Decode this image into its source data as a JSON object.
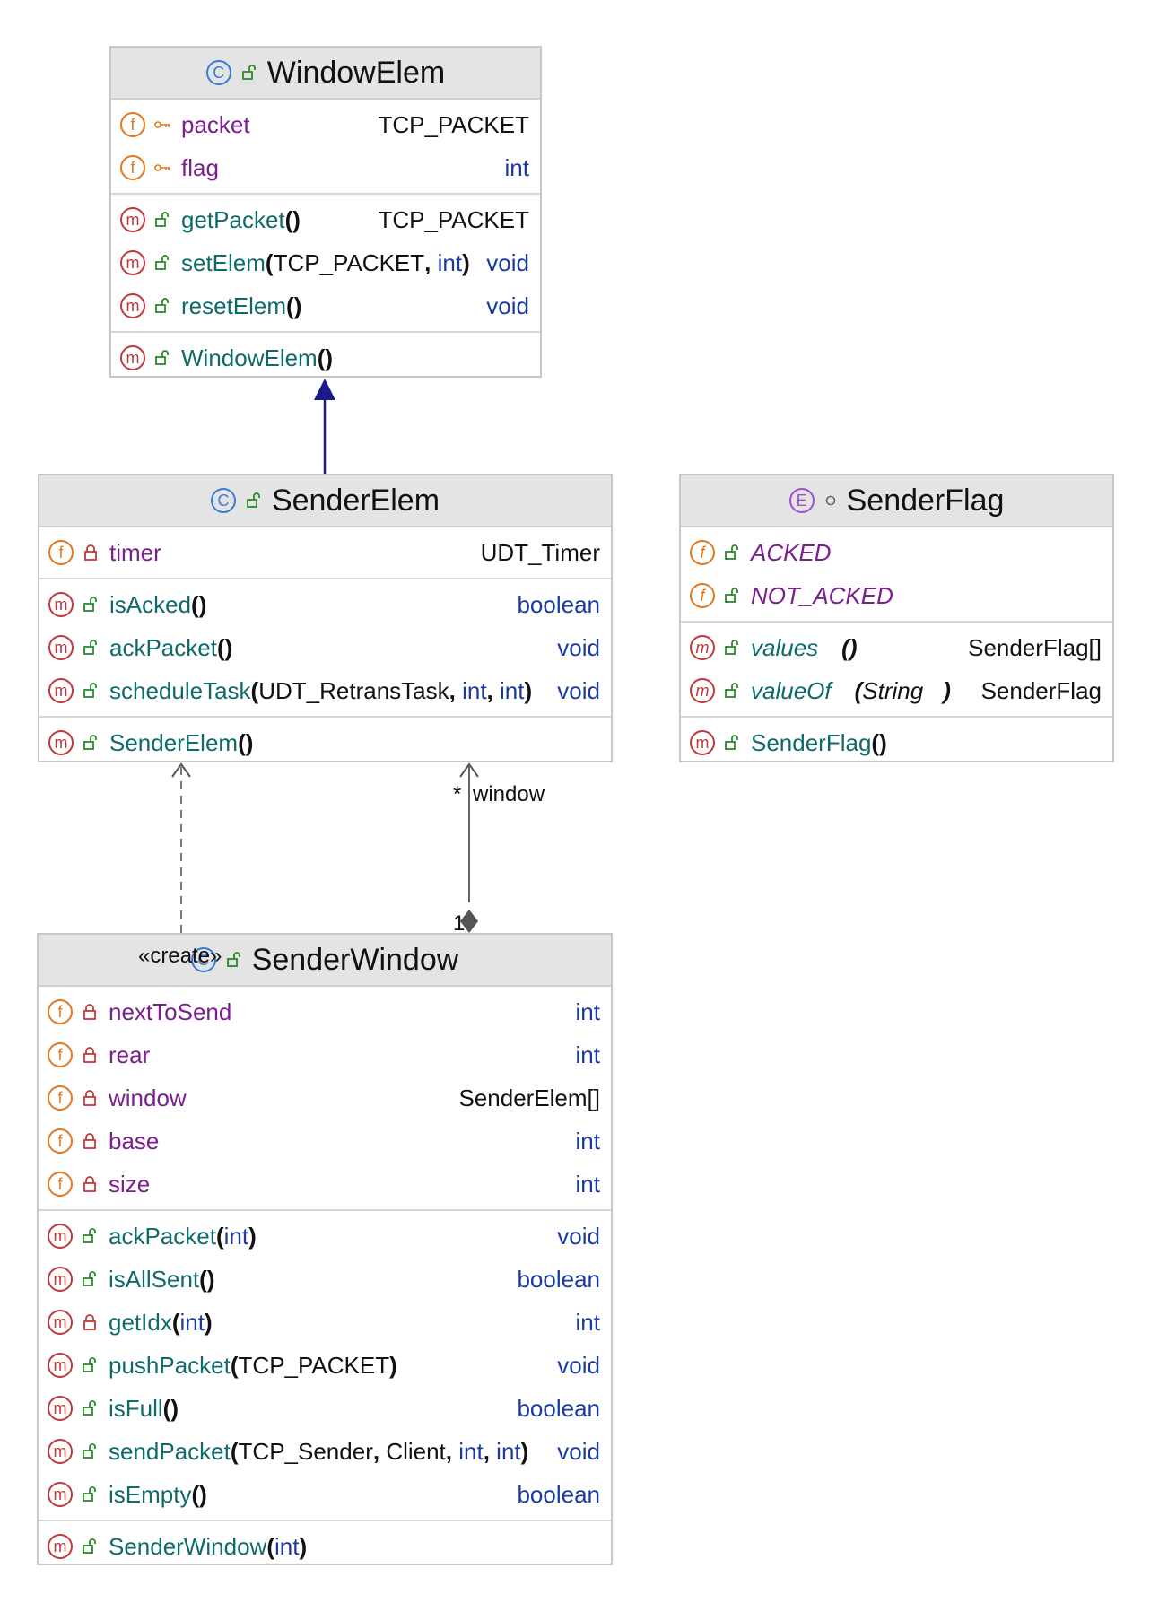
{
  "classes": {
    "window_elem": {
      "name": "WindowElem",
      "fields": [
        {
          "name": "packet",
          "type": "TCP_PACKET"
        },
        {
          "name": "flag",
          "type": "int"
        }
      ],
      "methods": [
        {
          "name": "getPacket",
          "params": "()",
          "type": "TCP_PACKET"
        },
        {
          "name": "setElem",
          "params_a": "(",
          "p1": "TCP_PACKET",
          "sep1": ", ",
          "p2": "int",
          "params_b": ")",
          "type": "void"
        },
        {
          "name": "resetElem",
          "params": "()",
          "type": "void"
        }
      ],
      "constructors": [
        {
          "name": "WindowElem",
          "params": "()"
        }
      ]
    },
    "sender_elem": {
      "name": "SenderElem",
      "fields": [
        {
          "name": "timer",
          "type": "UDT_Timer"
        }
      ],
      "methods": [
        {
          "name": "isAcked",
          "params": "()",
          "type": "boolean"
        },
        {
          "name": "ackPacket",
          "params": "()",
          "type": "void"
        },
        {
          "name": "scheduleTask",
          "params_a": "(",
          "p1": "UDT_RetransTask",
          "sep1": ", ",
          "p2": "int",
          "sep2": ", ",
          "p3": "int",
          "params_b": ")",
          "type": "void"
        }
      ],
      "constructors": [
        {
          "name": "SenderElem",
          "params": "()"
        }
      ]
    },
    "sender_flag": {
      "name": "SenderFlag",
      "constants": [
        {
          "name": "ACKED"
        },
        {
          "name": "NOT_ACKED"
        }
      ],
      "methods": [
        {
          "name": "values",
          "params": "()",
          "type": "SenderFlag[]"
        },
        {
          "name": "valueOf",
          "params_a": "(",
          "p1": "String",
          "params_b": ")",
          "type": "SenderFlag"
        }
      ],
      "constructors": [
        {
          "name": "SenderFlag",
          "params": "()"
        }
      ]
    },
    "sender_window": {
      "name": "SenderWindow",
      "fields": [
        {
          "name": "nextToSend",
          "type": "int"
        },
        {
          "name": "rear",
          "type": "int"
        },
        {
          "name": "window",
          "type": "SenderElem[]"
        },
        {
          "name": "base",
          "type": "int"
        },
        {
          "name": "size",
          "type": "int"
        }
      ],
      "methods": [
        {
          "name": "ackPacket",
          "params_a": "(",
          "p1": "int",
          "params_b": ")",
          "type": "void"
        },
        {
          "name": "isAllSent",
          "params": "()",
          "type": "boolean"
        },
        {
          "name": "getIdx",
          "params_a": "(",
          "p1": "int",
          "params_b": ")",
          "type": "int"
        },
        {
          "name": "pushPacket",
          "params_a": "(",
          "p1": "TCP_PACKET",
          "params_b": ")",
          "type": "void"
        },
        {
          "name": "isFull",
          "params": "()",
          "type": "boolean"
        },
        {
          "name": "sendPacket",
          "params_a": "(",
          "p1": "TCP_Sender",
          "sep1": ", ",
          "p2": "Client",
          "sep2": ", ",
          "p3": "int",
          "sep3": ", ",
          "p4": "int",
          "params_b": ")",
          "type": "void"
        },
        {
          "name": "isEmpty",
          "params": "()",
          "type": "boolean"
        }
      ],
      "constructors": [
        {
          "name": "SenderWindow",
          "params_a": "(",
          "p1": "int",
          "params_b": ")"
        }
      ]
    }
  },
  "relations": {
    "create_label": "«create»",
    "window_role": "window",
    "window_multiplicity": "*",
    "owner_multiplicity": "1"
  },
  "icons": {
    "class": "class-icon",
    "enum": "enum-icon",
    "field": "field-icon",
    "method": "method-icon",
    "lock": "lock-icon",
    "unlock": "unlock-icon",
    "key": "key-icon"
  },
  "colors": {
    "field_name": "#7b1f8f",
    "method_name": "#0f6a6a",
    "keyword": "#1a3aa0",
    "arrow_inherit": "#1a1a8a"
  }
}
